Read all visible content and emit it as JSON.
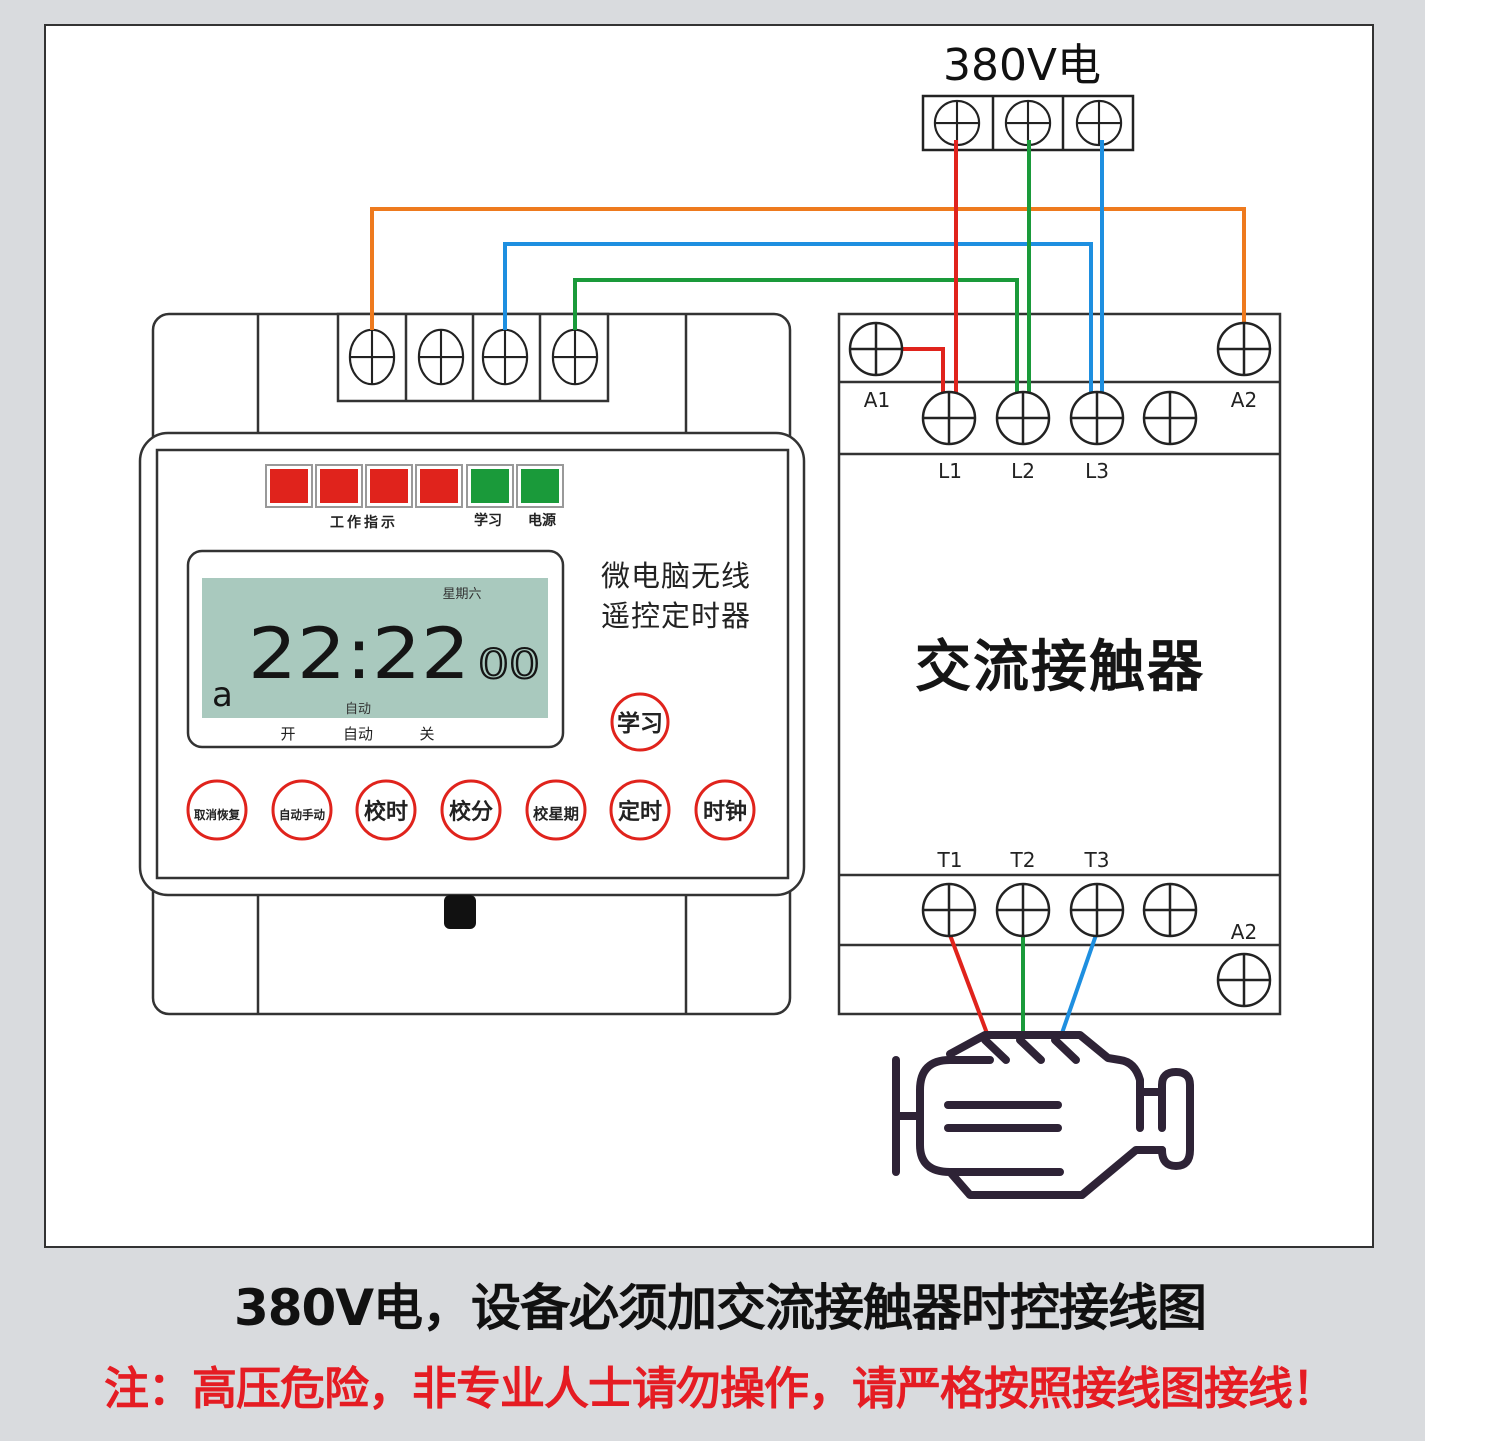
{
  "power_source": {
    "label": "380V电",
    "terminal_count": 3
  },
  "timer": {
    "indicators": [
      {
        "state": "red"
      },
      {
        "state": "red"
      },
      {
        "state": "red"
      },
      {
        "state": "red"
      },
      {
        "state": "green"
      },
      {
        "state": "green"
      }
    ],
    "indicator_labels": {
      "work": "工作指示",
      "learn": "学习",
      "power": "电源"
    },
    "lcd": {
      "weekday": "星期六",
      "time": "22:22",
      "seconds": "00",
      "mode_indicator": "a",
      "mode": "自动",
      "bottom_labels": [
        "开",
        "自动",
        "关"
      ]
    },
    "product_name_line1": "微电脑无线",
    "product_name_line2": "遥控定时器",
    "learn_button": "学习",
    "buttons": [
      "取消恢复",
      "自动手动",
      "校时",
      "校分",
      "校星期",
      "定时",
      "时钟"
    ]
  },
  "contactor": {
    "title": "交流接触器",
    "top_labels": {
      "a1": "A1",
      "a2": "A2"
    },
    "line_labels": [
      "L1",
      "L2",
      "L3"
    ],
    "load_labels": [
      "T1",
      "T2",
      "T3"
    ],
    "bottom_a2": "A2"
  },
  "wire_colors": {
    "phase1": "#e0231c",
    "phase2": "#1a9a3a",
    "phase3": "#1e8fe0",
    "coil": "#ee7a1e"
  },
  "captions": {
    "title": "380V电，设备必须加交流接触器时控接线图",
    "warning": "注：高压危险，非专业人士请勿操作，请严格按照接线图接线！"
  }
}
